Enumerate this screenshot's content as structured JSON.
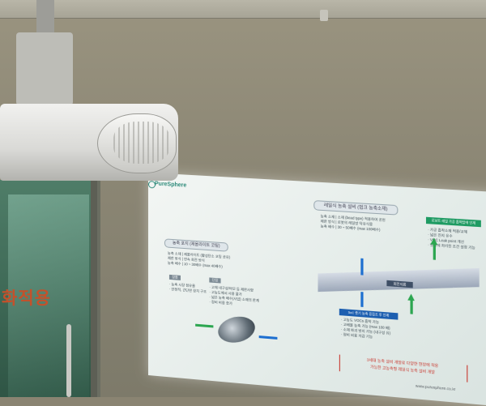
{
  "scene": {
    "door_sign": "화적용"
  },
  "slide": {
    "logo": "PureSphere",
    "header_right": "레일식 농축 설비 (법크 농축소재)",
    "right_lines": [
      "농축 소재 | 소재 (bead type) 적용하여 공헌",
      "제한 방식 | 로봇의 레일방 탁유식용",
      "농축 배수 | 30 ~ 50배수 (max 100배수)"
    ],
    "header_left": "농축 포지 (제올라이트 코팅)",
    "left_lines": [
      "농축 소재 | 제올라이트 (활성탄소 코팅 공유)",
      "제한 방식 | 연속 회전 방식",
      "농축 배수 | 10 ~ 30배수 (max 40배수)"
    ],
    "box_a": "장점",
    "box_b": "단점",
    "list_a": [
      "· 농축 시장 점유율",
      "· 안정적, 간단한 장치 구조"
    ],
    "list_b": [
      "· 고체 내구성/마모 등 제한사항",
      "· 고농도에서 사용 불가",
      "· 넓은 농축 배수(사업) 소재의 한계",
      "· 정비 비용 증가"
    ],
    "green_tag": "로보트 레일 가공 흡착탑에 인계",
    "green_list": [
      "· 가공 흡착소재 적용/교체",
      "· 넓은 진지 유수",
      "· VOC Leak point 개선",
      "· 방향에 처리된 조건 설정 기능"
    ],
    "beam_label": "회전지름",
    "blue_tag": "5oC 증기 농축 응집조 후 인계",
    "blue_list": [
      "· 고농도 VOCs 흡착 가능",
      "· 고배율 농축 가능 (max 100 배)",
      "· 소재 파괴 방지 가능 (내구성 유)",
      "· 정비 비용 저감 기능"
    ],
    "red_text_1": "3세대 농축 설비 개발로 다양한 현장에 적용",
    "red_text_2": "가능한 고농축형 레일식 농축 설비 개발",
    "site": "www.puresphere.co.kr"
  },
  "colors": {
    "accent_green": "#1f9b63",
    "accent_blue": "#1d5fb0",
    "accent_red": "#c8342b",
    "logo_teal": "#2d8a7a"
  }
}
